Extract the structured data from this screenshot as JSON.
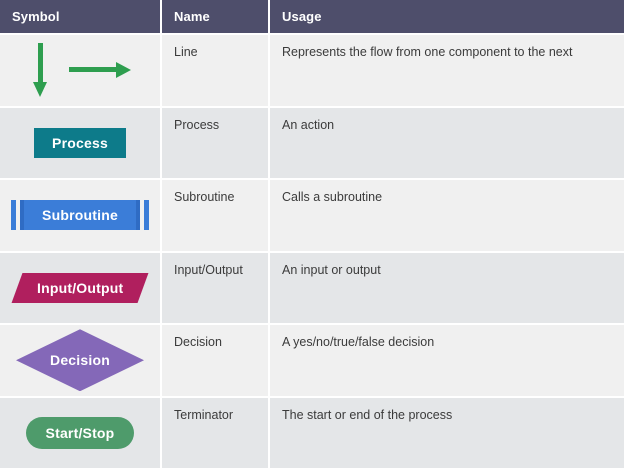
{
  "table": {
    "columns": [
      {
        "key": "symbol",
        "label": "Symbol"
      },
      {
        "key": "name",
        "label": "Name"
      },
      {
        "key": "usage",
        "label": "Usage"
      }
    ],
    "rows": [
      {
        "symbol_type": "line",
        "symbol_label": "",
        "symbol_icons": [
          "arrow-down-icon",
          "arrow-right-icon"
        ],
        "name": "Line",
        "usage": "Represents the flow from one component to the next",
        "color": "#2e9e4f"
      },
      {
        "symbol_type": "process",
        "symbol_label": "Process",
        "name": "Process",
        "usage": "An action",
        "color": "#0d7b8a"
      },
      {
        "symbol_type": "subroutine",
        "symbol_label": "Subroutine",
        "name": "Subroutine",
        "usage": "Calls a subroutine",
        "color": "#3b7dd8"
      },
      {
        "symbol_type": "input-output",
        "symbol_label": "Input/Output",
        "name": "Input/Output",
        "usage": "An input or output",
        "color": "#b01f5e"
      },
      {
        "symbol_type": "decision",
        "symbol_label": "Decision",
        "name": "Decision",
        "usage": "A yes/no/true/false decision",
        "color": "#8468b8"
      },
      {
        "symbol_type": "terminator",
        "symbol_label": "Start/Stop",
        "name": "Terminator",
        "usage": "The start or end of the process",
        "color": "#4e9b6b"
      }
    ]
  },
  "theme": {
    "header_background": "#4e4e6b",
    "header_text": "#ffffff",
    "row_odd_background": "#f0f0f0",
    "row_even_background": "#e4e6e8",
    "body_text": "#3b3b3b"
  }
}
